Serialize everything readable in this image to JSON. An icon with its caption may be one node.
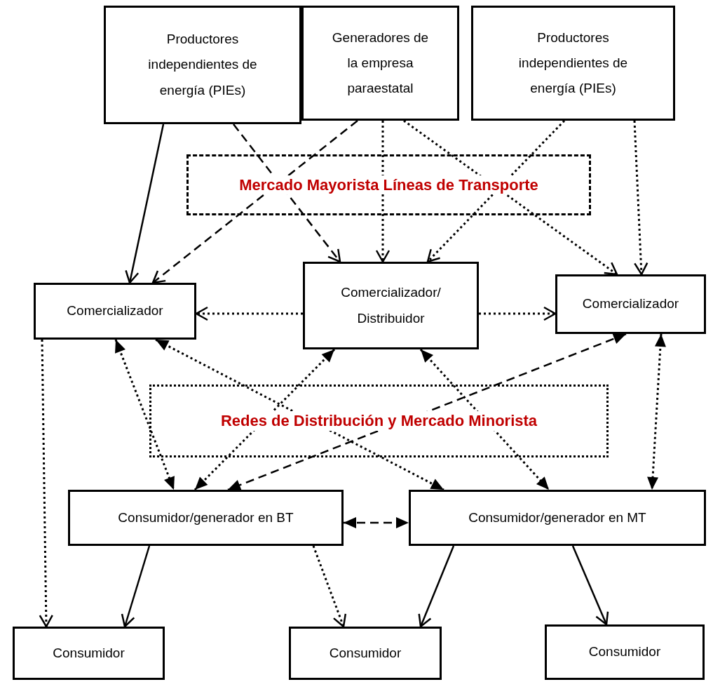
{
  "diagram": {
    "nodes": [
      {
        "text": [
          "Productores independientes de energía (PIEs)"
        ]
      },
      {
        "text": [
          "Generadores de la empresa paraestatal"
        ]
      },
      {
        "text": [
          "Productores independientes de energía (PIEs)"
        ]
      },
      {
        "text": [
          "Comercializador"
        ]
      },
      {
        "text": [
          "Comercializador/ Distribuidor"
        ]
      },
      {
        "text": [
          "Comercializador"
        ]
      },
      {
        "text": [
          "Consumidor/generador en BT"
        ]
      },
      {
        "text": [
          "Consumidor/generador en MT"
        ]
      },
      {
        "text": [
          "Consumidor"
        ]
      },
      {
        "text": [
          "Consumidor"
        ]
      },
      {
        "text": [
          "Consumidor"
        ]
      }
    ],
    "edges": [
      {
        "from": 0,
        "to": 3,
        "arrow": "to"
      },
      {
        "from": 0,
        "to": 4,
        "arrow": "to",
        "style": "dashed"
      },
      {
        "from": 1,
        "to": 3,
        "arrow": "to",
        "style": "dashed"
      },
      {
        "from": 1,
        "to": 4,
        "arrow": "to",
        "style": "dashed"
      },
      {
        "from": 1,
        "to": 5,
        "arrow": "to",
        "style": "dashed"
      },
      {
        "from": 2,
        "to": 4,
        "arrow": "to",
        "style": "dashed"
      },
      {
        "from": 2,
        "to": 5,
        "arrow": "to",
        "style": "dashed"
      },
      {
        "from": 4,
        "to": 3,
        "arrow": "to",
        "style": "dashed"
      },
      {
        "from": 4,
        "to": 5,
        "arrow": "to",
        "style": "dashed"
      },
      {
        "from": 3,
        "to": 8,
        "arrow": "to",
        "style": "dashed"
      },
      {
        "from": 3,
        "to": 6,
        "arrow": "both",
        "style": "dashed"
      },
      {
        "from": 3,
        "to": 7,
        "arrow": "both",
        "style": "dashed"
      },
      {
        "from": 4,
        "to": 6,
        "arrow": "both",
        "style": "dashed"
      },
      {
        "from": 4,
        "to": 7,
        "arrow": "both",
        "style": "dashed"
      },
      {
        "from": 5,
        "to": 6,
        "arrow": "both",
        "style": "dashed"
      },
      {
        "from": 5,
        "to": 7,
        "arrow": "both",
        "style": "dashed"
      },
      {
        "from": 6,
        "to": 7,
        "arrow": "both",
        "style": "dashed"
      },
      {
        "from": 6,
        "to": 8,
        "arrow": "to"
      },
      {
        "from": 6,
        "to": 9,
        "arrow": "to",
        "style": "dashed"
      },
      {
        "from": 7,
        "to": 9,
        "arrow": "to"
      },
      {
        "from": 7,
        "to": 10,
        "arrow": "to"
      }
    ],
    "labels": [
      "Mercado Mayorista Líneas de Transporte",
      "Redes de Distribución y Mercado Minorista"
    ]
  }
}
